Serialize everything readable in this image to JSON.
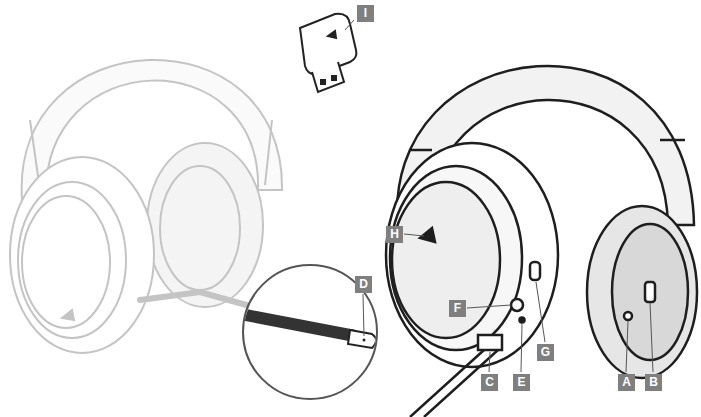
{
  "diagram": {
    "labels": [
      "I",
      "H",
      "D",
      "F",
      "G",
      "C",
      "E",
      "A",
      "B"
    ]
  }
}
